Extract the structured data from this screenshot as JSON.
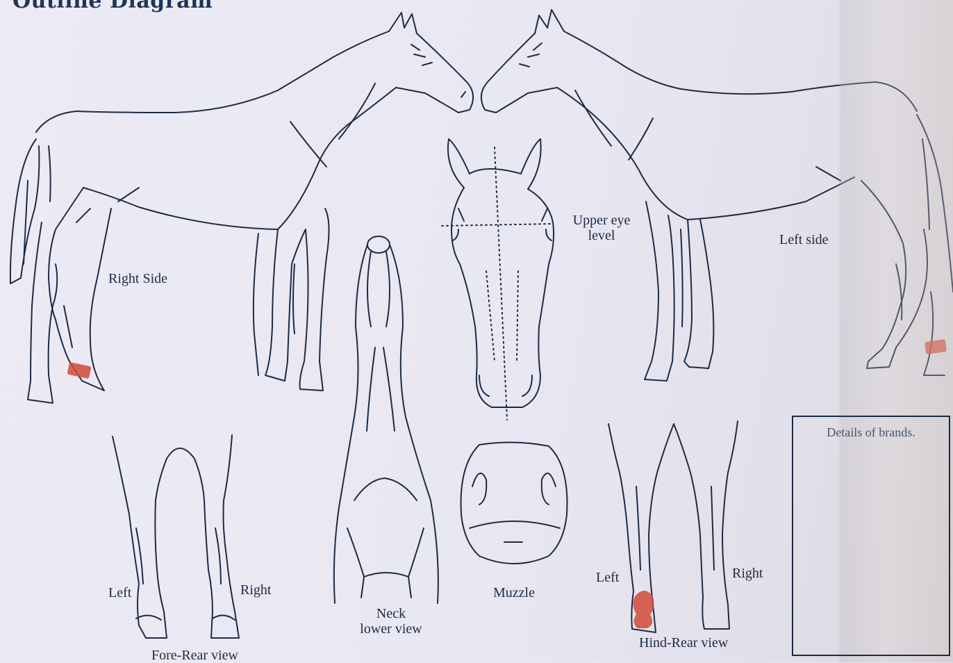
{
  "title": "Outline Diagram",
  "labels": {
    "right_side": "Right Side",
    "left_side": "Left side",
    "upper_eye_level_line1": "Upper eye",
    "upper_eye_level_line2": "level",
    "neck_line1": "Neck",
    "neck_line2": "lower view",
    "muzzle": "Muzzle",
    "fore_left": "Left",
    "fore_right": "Right",
    "fore_rear_view": "Fore-Rear view",
    "hind_left": "Left",
    "hind_right": "Right",
    "hind_rear_view": "Hind-Rear view"
  },
  "brands_box": {
    "title": "Details of brands."
  },
  "colors": {
    "ink": "#1c2b45",
    "marking": "#d24a3a",
    "paper": "#ecebf5"
  },
  "markings": [
    {
      "view": "Right Side",
      "location": "rear pastern"
    },
    {
      "view": "Left side",
      "location": "rear pastern"
    },
    {
      "view": "Hind-Rear view",
      "location": "left pastern"
    }
  ]
}
